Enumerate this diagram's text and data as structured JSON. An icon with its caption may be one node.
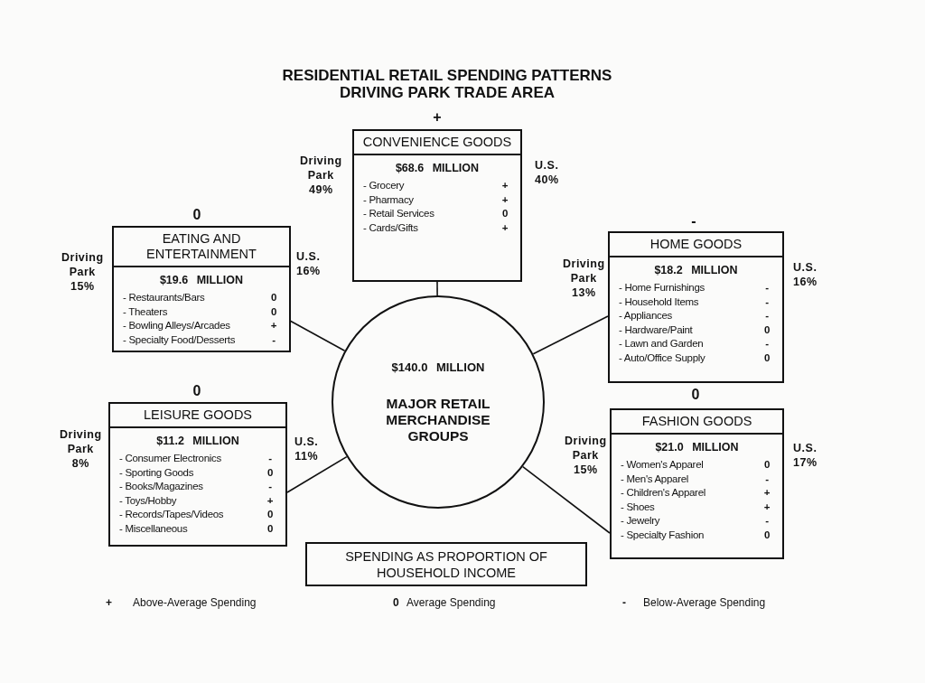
{
  "diagram": {
    "title": "RESIDENTIAL RETAIL SPENDING PATTERNS DRIVING PARK TRADE AREA",
    "nodes": [
      {
        "text": [
          "$140.0 MILLION",
          "MAJOR RETAIL MERCHANDISE GROUPS"
        ]
      },
      {
        "text": [
          "CONVENIENCE GOODS",
          "$68.6 MILLION",
          "- Grocery",
          "+",
          "- Pharmacy",
          "+",
          "- Retail Services",
          "0",
          "- Cards/Gifts",
          "+"
        ],
        "beside": [
          "+",
          "Driving Park 49%",
          "U.S. 40%"
        ]
      },
      {
        "text": [
          "EATING AND ENTERTAINMENT",
          "$19.6 MILLION",
          "- Restaurants/Bars",
          "0",
          "- Theaters",
          "0",
          "- Bowling Alleys/Arcades",
          "+",
          "- Specialty Food/Desserts",
          "-"
        ],
        "beside": [
          "0",
          "Driving Park 15%",
          "U.S. 16%"
        ]
      },
      {
        "text": [
          "HOME GOODS",
          "$18.2 MILLION",
          "- Home Furnishings",
          "-",
          "- Household Items",
          "-",
          "- Appliances",
          "-",
          "- Hardware/Paint",
          "0",
          "- Lawn and Garden",
          "-",
          "- Auto/Office Supply",
          "0"
        ],
        "beside": [
          "-",
          "Driving Park 13%",
          "U.S. 16%"
        ]
      },
      {
        "text": [
          "LEISURE GOODS",
          "$11.2 MILLION",
          "- Consumer Electronics",
          "-",
          "- Sporting Goods",
          "0",
          "- Books/Magazines",
          "-",
          "- Toys/Hobby",
          "+",
          "- Records/Tapes/Videos",
          "0",
          "- Miscellaneous",
          "0"
        ],
        "beside": [
          "0",
          "Driving Park 8%",
          "U.S. 11%"
        ]
      },
      {
        "text": [
          "FASHION GOODS",
          "$21.0 MILLION",
          "- Women's Apparel",
          "0",
          "- Men's Apparel",
          "-",
          "- Children's Apparel",
          "+",
          "- Shoes",
          "+",
          "- Jewelry",
          "-",
          "- Specialty Fashion",
          "0"
        ],
        "beside": [
          "0",
          "Driving Park 15%",
          "U.S. 17%"
        ]
      },
      {
        "text": [
          "SPENDING AS PROPORTION OF HOUSEHOLD INCOME"
        ]
      }
    ],
    "edges": [
      {
        "from": 0,
        "to": 1,
        "arrow": "none"
      },
      {
        "from": 0,
        "to": 2,
        "arrow": "none"
      },
      {
        "from": 0,
        "to": 3,
        "arrow": "none"
      },
      {
        "from": 0,
        "to": 4,
        "arrow": "none"
      },
      {
        "from": 0,
        "to": 5,
        "arrow": "none"
      }
    ],
    "labels": [
      "+",
      "Above-Average Spending",
      "0",
      "Average Spending",
      "-",
      "Below-Average Spending"
    ]
  }
}
